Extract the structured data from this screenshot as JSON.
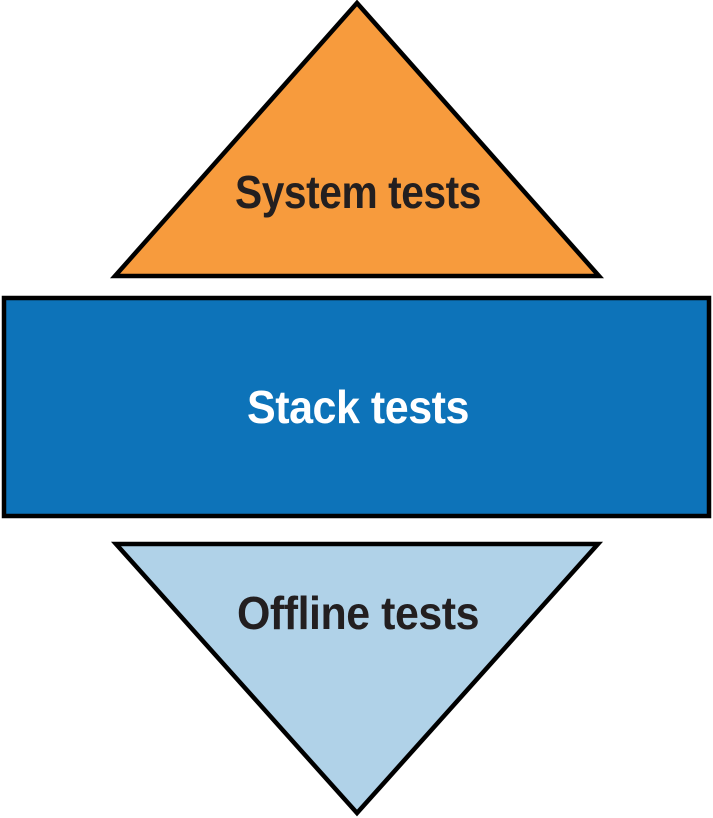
{
  "diagram": {
    "name": "test-types-diamond",
    "background_color": "#FFFFFF",
    "stroke_color": "#000000",
    "layers": [
      {
        "id": "system-tests",
        "label": "System tests",
        "shape": "triangle-up",
        "fill": "#F79B3D",
        "text_color": "#231F20"
      },
      {
        "id": "stack-tests",
        "label": "Stack tests",
        "shape": "rectangle",
        "fill": "#0D73B9",
        "text_color": "#FFFFFF"
      },
      {
        "id": "offline-tests",
        "label": "Offline tests",
        "shape": "triangle-down",
        "fill": "#B0D2E8",
        "text_color": "#231F20"
      }
    ]
  }
}
